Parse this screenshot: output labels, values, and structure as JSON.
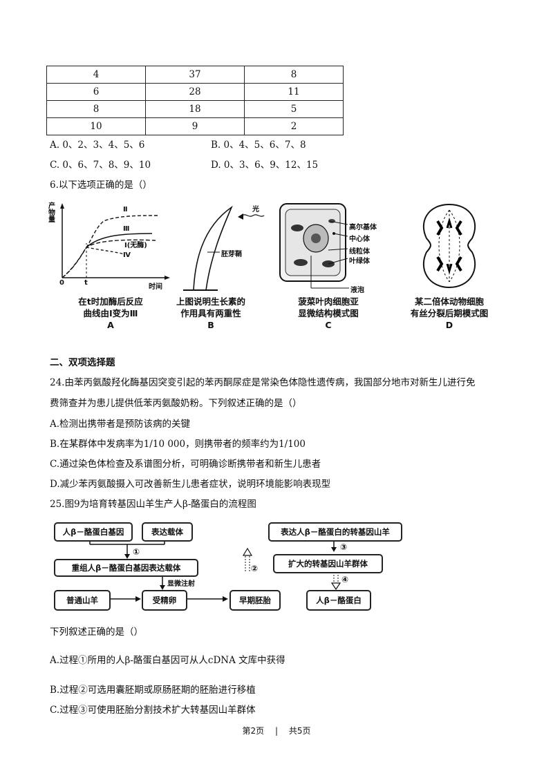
{
  "table": {
    "rows": [
      [
        "4",
        "37",
        "8"
      ],
      [
        "6",
        "28",
        "11"
      ],
      [
        "8",
        "18",
        "5"
      ],
      [
        "10",
        "9",
        "2"
      ]
    ]
  },
  "q5": {
    "a": "A.  0、2、3、4、5、6",
    "b": "B.  0、4、5、6、7、8",
    "c": "C. 0、6、7、8、9、10",
    "d": "D.  0、3、6、9、12、15"
  },
  "q6": {
    "stem": "6.以下选项正确的是（）",
    "figA": {
      "ylabel": "产物量",
      "origin": "0",
      "t": "t",
      "xlabel": "时间",
      "curve2": "Ⅱ",
      "curve3": "Ⅲ",
      "curve1": "Ⅰ(无酶)",
      "curve4": "Ⅳ",
      "cap1": "在t时加酶后反应",
      "cap2": "曲线由Ⅰ变为Ⅲ",
      "letter": "A"
    },
    "figB": {
      "light": "光",
      "label": "胚芽鞘",
      "cap1": "上图说明生长素的",
      "cap2": "作用具有两重性",
      "letter": "B"
    },
    "figC": {
      "l1": "高尔基体",
      "l2": "中心体",
      "l3": "线粒体",
      "l4": "叶绿体",
      "l5": "液泡",
      "cap1": "菠菜叶肉细胞亚",
      "cap2": "显微结构模式图",
      "letter": "C"
    },
    "figD": {
      "cap1": "某二倍体动物细胞",
      "cap2": "有丝分裂后期模式图",
      "letter": "D"
    }
  },
  "section2": "二、双项选择题",
  "q24": {
    "stem1": "24.由苯丙氨酸羟化酶基因突变引起的苯丙酮尿症是常染色体隐性遗传病，我国部分地市对新生儿进行免",
    "stem2": "费筛查并为患儿提供低苯丙氨酸奶粉。下列叙述正确的是（）",
    "a": "A.检测出携带者是预防该病的关键",
    "b": "B.在某群体中发病率为1/10 000，则携带者的频率约为1/100",
    "c": "C.通过染色体检查及系谱图分析，可明确诊断携带者和新生儿患者",
    "d": "D.减少苯丙氨酸摄入可改善新生儿患者症状，说明环境能影响表现型"
  },
  "q25": {
    "stem": "25.图9为培育转基因山羊生产人β-酪蛋白的流程图",
    "flow": {
      "box1": "人β－酪蛋白基因",
      "box2": "表达载体",
      "box3": "重组人β－酪蛋白基因表达载体",
      "box4": "普通山羊",
      "box5": "受精卵",
      "box6": "早期胚胎",
      "box7": "表达人β－酪蛋白的转基因山羊",
      "box8": "扩大的转基因山羊群体",
      "box9": "人β－酪蛋白",
      "step1": "①",
      "step2": "②",
      "step3": "③",
      "step4": "④",
      "inject": "显微注射"
    },
    "prompt": "下列叙述正确的是（）",
    "a": "A.过程①所用的人β-酪蛋白基因可从人cDNA      文库中获得",
    "b": "B.过程②可选用囊胚期或原肠胚期的胚胎进行移植",
    "c": "C.过程③可使用胚胎分割技术扩大转基因山羊群体"
  },
  "footer": {
    "page": "第2页",
    "sep": "|",
    "total": "共5页"
  }
}
